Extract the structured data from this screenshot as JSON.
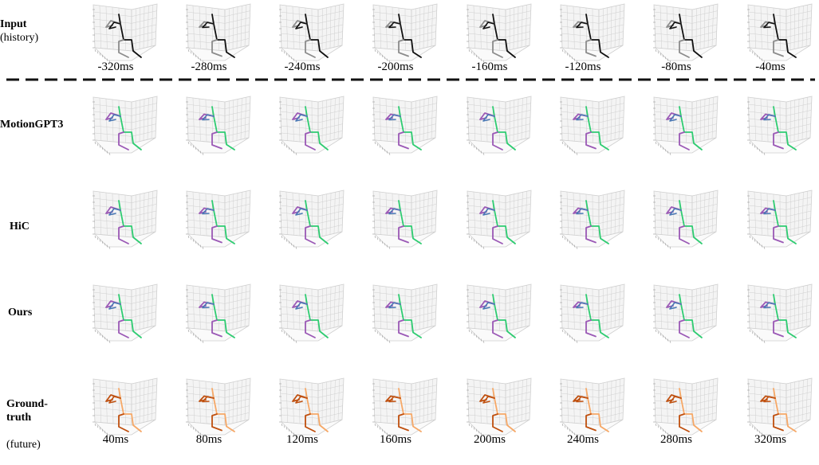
{
  "rows": [
    {
      "id": "input",
      "label_bold": "Input",
      "label_normal": "(history)",
      "palette": "history"
    },
    {
      "id": "motiongpt3",
      "label_bold": "MotionGPT3",
      "label_normal": "",
      "palette": "pred"
    },
    {
      "id": "hic",
      "label_bold": "HiC",
      "label_normal": "",
      "palette": "pred"
    },
    {
      "id": "ours",
      "label_bold": "Ours",
      "label_normal": "",
      "palette": "pred"
    },
    {
      "id": "gt",
      "label_bold": "Ground-\ntruth",
      "label_normal": "(future)",
      "palette": "gt"
    }
  ],
  "history_times": [
    "-320ms",
    "-280ms",
    "-240ms",
    "-200ms",
    "-160ms",
    "-120ms",
    "-80ms",
    "-40ms"
  ],
  "future_times": [
    "40ms",
    "80ms",
    "120ms",
    "160ms",
    "200ms",
    "240ms",
    "280ms",
    "320ms"
  ],
  "colors": {
    "history_dark": "#111111",
    "history_light": "#8c8c8c",
    "pred_green": "#2ecc71",
    "pred_purple": "#9b59b6",
    "pred_blue": "#4a78b5",
    "gt_dark": "#c0500f",
    "gt_light": "#f6a867",
    "grid": "#cfcfcf",
    "pane": "#f4f4f4",
    "separator": "#111111"
  }
}
